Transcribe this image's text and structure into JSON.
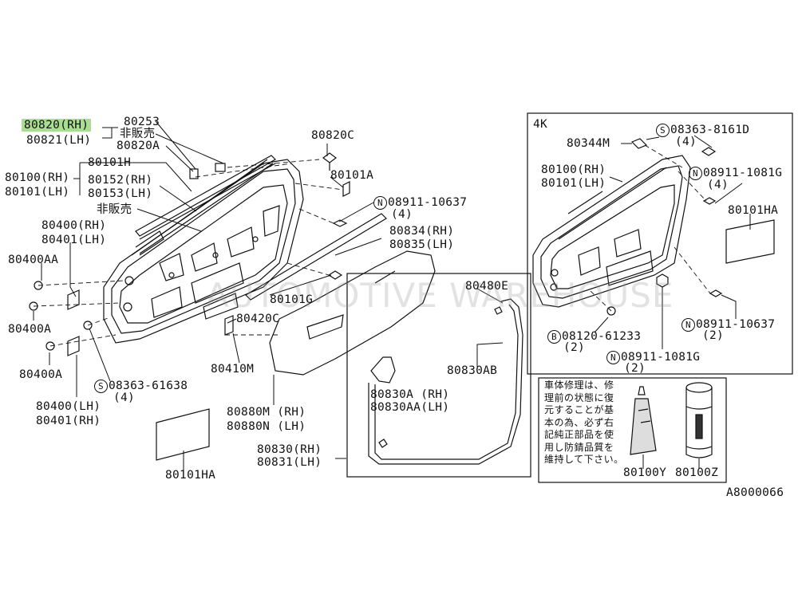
{
  "watermark": "AUTOMOTIVE WAREHOUSE",
  "highlight_color": "#a9dd8f",
  "diagram_code": "A8000066",
  "variant_label": "4K",
  "repair_note": [
    "車体修理は、修",
    "理前の状態に復",
    "元することが基",
    "本の為、必ず右",
    "記純正部品を使",
    "用し防錆品質を",
    "維持して下さい。"
  ],
  "labels": {
    "p80820rh": "80820(RH)",
    "p80821lh": "80821(LH)",
    "p80253": "80253",
    "not_for_sale_1": "非販売",
    "p80820a": "80820A",
    "p80101h": "80101H",
    "p80100rh": "80100(RH)",
    "p80101lh": "80101(LH)",
    "p80152rh": "80152(RH)",
    "p80153lh": "80153(LH)",
    "not_for_sale_2": "非販売",
    "p80400rh": "80400(RH)",
    "p80401lh": "80401(LH)",
    "p80400aa": "80400AA",
    "p80400a_1": "80400A",
    "p80400a_2": "80400A",
    "p80400lh": "80400(LH)",
    "p80401rh": "80401(RH)",
    "s08363_61638": "08363-61638",
    "qty4_a": "(4)",
    "p80101ha_left": "80101HA",
    "p80820c": "80820C",
    "p80101a": "80101A",
    "n08911_10637_left": "08911-10637",
    "qty4_b": "(4)",
    "p80834rh": "80834(RH)",
    "p80835lh": "80835(LH)",
    "p80101g": "80101G",
    "p80420c": "80420C",
    "p80410m": "80410M",
    "p80880mrh": "80880M (RH)",
    "p80880nlh": "80880N (LH)",
    "p80830rh": "80830(RH)",
    "p80831lh": "80831(LH)",
    "p80480e": "80480E",
    "p80830ab": "80830AB",
    "p80830arh": "80830A (RH)",
    "p80830aalh": "80830AA(LH)",
    "p80344m": "80344M",
    "s08363_8161d": "08363-8161D",
    "qty4_c": "(4)",
    "p80100rh_4k": "80100(RH)",
    "p80101lh_4k": "80101(LH)",
    "n08911_1081g_a": "08911-1081G",
    "qty4_d": "(4)",
    "p80101ha_right": "80101HA",
    "b08120_61233": "08120-61233",
    "qty2_a": "(2)",
    "n08911_10637_right": "08911-10637",
    "qty2_b": "(2)",
    "n08911_1081g_b": "08911-1081G",
    "qty2_c": "(2)",
    "p80100y": "80100Y",
    "p80100z": "80100Z"
  },
  "circle_letters": {
    "s": "S",
    "n": "N",
    "b": "B"
  }
}
